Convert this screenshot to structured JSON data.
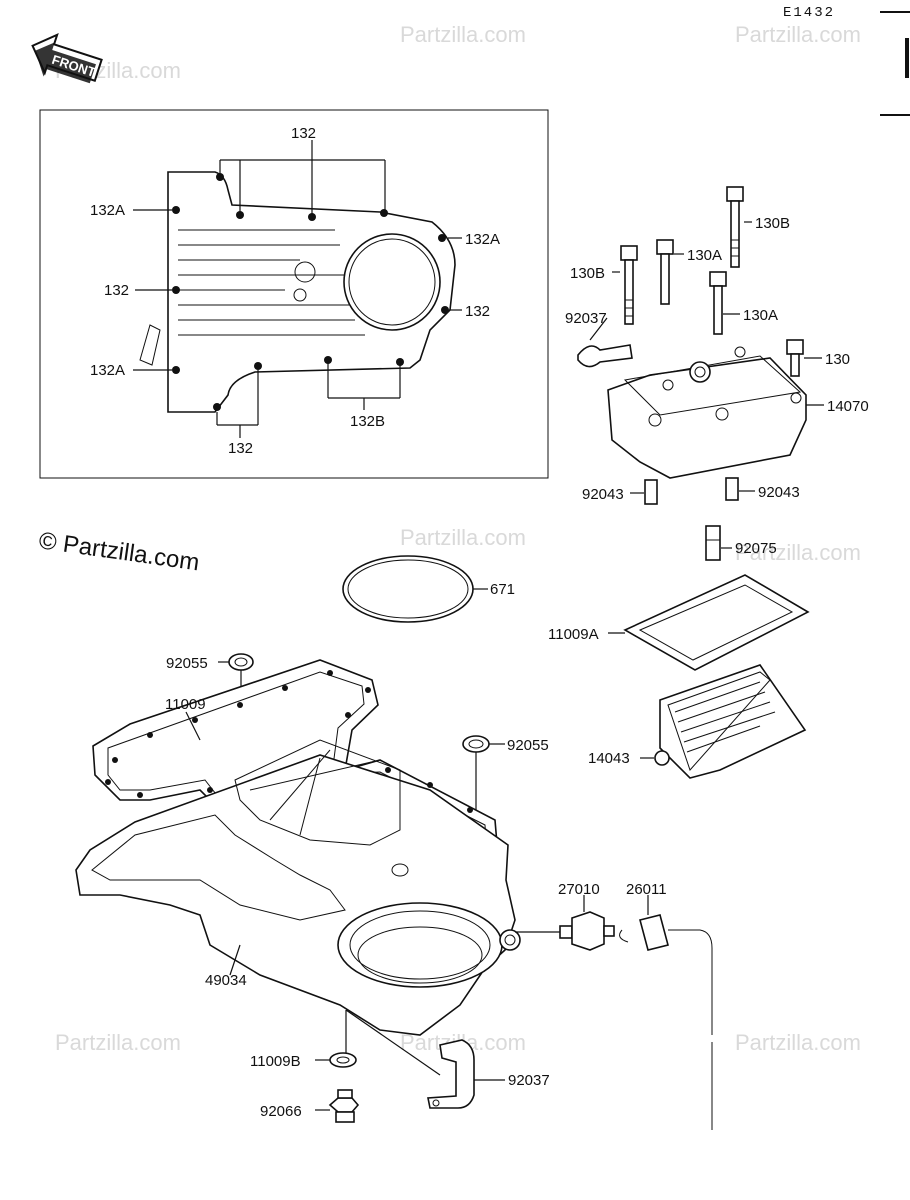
{
  "diagram_code": "E1432",
  "front_label": "FRONT",
  "watermark_text": "Partzilla.com",
  "copyright_main": "© Partzilla.com",
  "callouts": {
    "c132_top": "132",
    "c132A_left_top": "132A",
    "c132A_right": "132A",
    "c132_left_mid": "132",
    "c132_right_mid": "132",
    "c132A_left_bottom": "132A",
    "c132B": "132B",
    "c132_bottom": "132",
    "c130B_top": "130B",
    "c130B_left": "130B",
    "c130A_top": "130A",
    "c130A_right": "130A",
    "c130": "130",
    "c92037_top": "92037",
    "c14070": "14070",
    "c92043_left": "92043",
    "c92043_right": "92043",
    "c92075": "92075",
    "c671": "671",
    "c11009A": "11009A",
    "c92055_top": "92055",
    "c11009": "11009",
    "c92055_right": "92055",
    "c14043": "14043",
    "c27010": "27010",
    "c26011": "26011",
    "c49034": "49034",
    "c11009B": "11009B",
    "c92037_bottom": "92037",
    "c92066": "92066"
  }
}
